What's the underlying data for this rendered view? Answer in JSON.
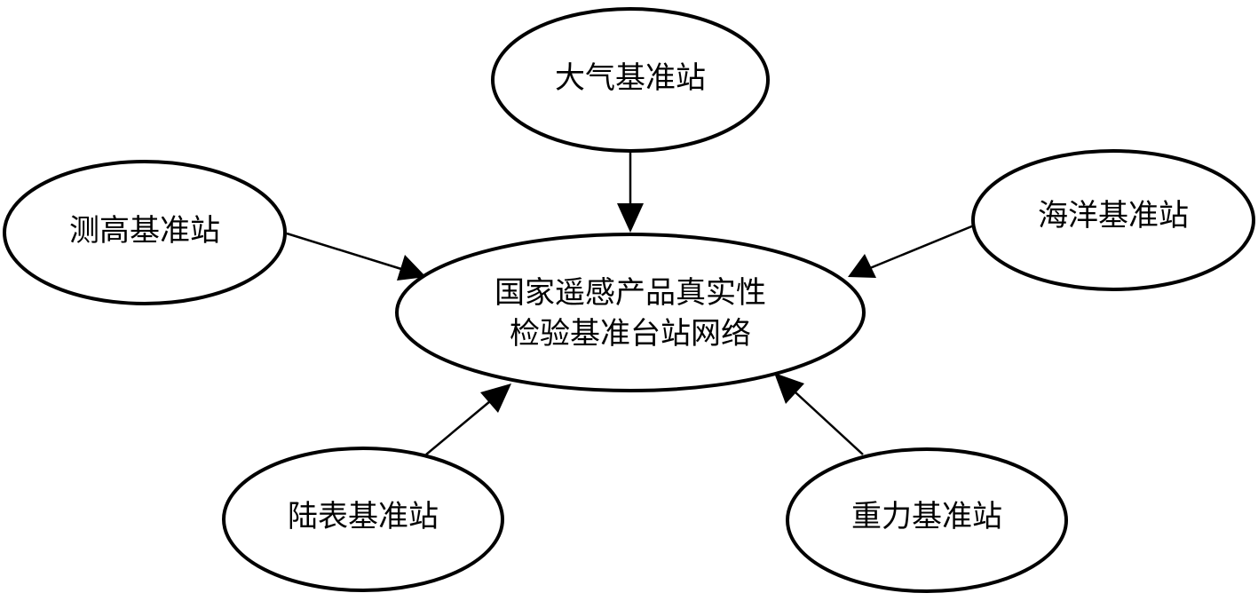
{
  "diagram": {
    "center": {
      "line1": "国家遥感产品真实性",
      "line2": "检验基准台站网络"
    },
    "nodes": {
      "atmosphere": "大气基准站",
      "altimetry": "测高基准站",
      "ocean": "海洋基准站",
      "land": "陆表基准站",
      "gravity": "重力基准站"
    },
    "edges": [
      {
        "from": "大气基准站",
        "to": "国家遥感产品真实性检验基准台站网络"
      },
      {
        "from": "测高基准站",
        "to": "国家遥感产品真实性检验基准台站网络"
      },
      {
        "from": "海洋基准站",
        "to": "国家遥感产品真实性检验基准台站网络"
      },
      {
        "from": "陆表基准站",
        "to": "国家遥感产品真实性检验基准台站网络"
      },
      {
        "from": "重力基准站",
        "to": "国家遥感产品真实性检验基准台站网络"
      }
    ],
    "colors": {
      "stroke": "#000000",
      "fill": "#ffffff"
    }
  }
}
